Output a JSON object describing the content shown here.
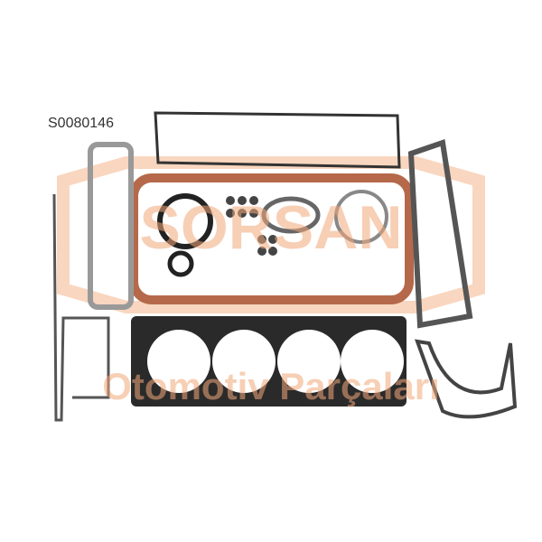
{
  "product_code": "S0080146",
  "watermark": {
    "brand": "SORSAN",
    "tagline": "Otomotiv Parçaları",
    "color": "#f4b48a"
  },
  "colors": {
    "gasket_copper": "#b5694a",
    "gasket_dark": "#2a2a2a",
    "gasket_gray": "#9aa0a6"
  }
}
